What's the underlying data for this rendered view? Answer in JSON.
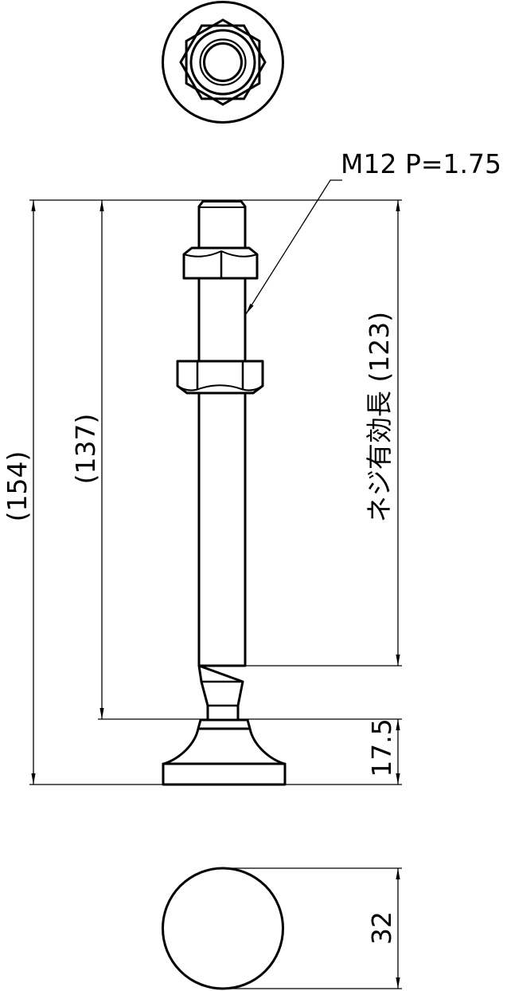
{
  "labels": {
    "thread_spec": "M12 P=1.75",
    "overall_height": "(154)",
    "height_to_pad": "(137)",
    "thread_effective_length": "ネジ有効長 (123)",
    "pad_height": "17.5",
    "base_diameter": "32"
  },
  "colors": {
    "line": "#000000",
    "background": "#ffffff"
  }
}
